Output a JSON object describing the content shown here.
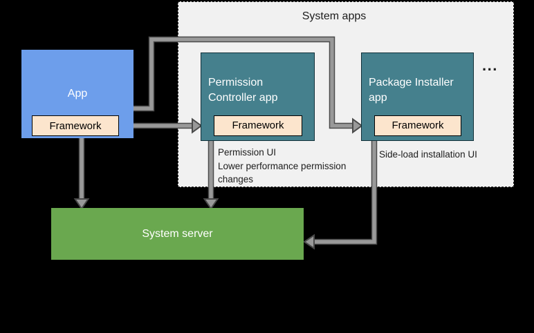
{
  "title": "System apps",
  "colors": {
    "background": "#000000",
    "container_fill": "#f1f1f1",
    "container_border": "#1a1a1a",
    "app_fill": "#6d9eeb",
    "teal_fill": "#45808d",
    "teal_border": "#102f38",
    "framework_fill": "#fce5cd",
    "framework_border": "#000000",
    "server_fill": "#6aa84f",
    "arrow_fill": "#999999",
    "arrow_edge": "#4a4a4a",
    "text_light": "#ffffff",
    "text_dark": "#1c1c1c"
  },
  "nodes": {
    "app": {
      "label": "App",
      "framework": "Framework"
    },
    "permission_controller": {
      "label": "Permission Controller app",
      "framework": "Framework"
    },
    "package_installer": {
      "label": "Package Installer app",
      "framework": "Framework"
    },
    "system_server": {
      "label": "System server"
    }
  },
  "notes": {
    "permission_controller_lines": [
      "Permission UI",
      "Lower performance permission",
      "changes"
    ],
    "package_installer": "Side-load installation UI"
  },
  "ellipsis": "...",
  "edges": [
    {
      "from": "app",
      "to": "package_installer.framework"
    },
    {
      "from": "app.framework",
      "to": "permission_controller.framework"
    },
    {
      "from": "app",
      "to": "system_server"
    },
    {
      "from": "permission_controller.framework",
      "to": "system_server"
    },
    {
      "from": "package_installer.framework",
      "to": "system_server"
    }
  ]
}
